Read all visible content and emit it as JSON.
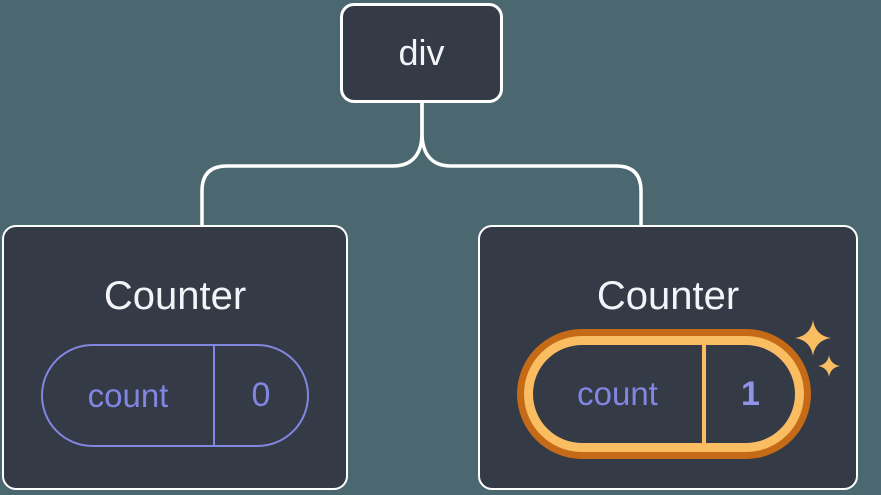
{
  "illustration": {
    "description": "Component tree diagram: a div root with two Counter children holding count state",
    "root_node": {
      "label": "div"
    },
    "children": [
      {
        "title": "Counter",
        "state_pill": {
          "key": "count",
          "value": "0"
        },
        "highlighted": false
      },
      {
        "title": "Counter",
        "state_pill": {
          "key": "count",
          "value": "1"
        },
        "highlighted": true
      }
    ]
  },
  "icons": {
    "sparkles": "sparkles-icon"
  },
  "colors": {
    "background": "#4b6770",
    "node_fill": "#343a46",
    "node_border": "#ffffff",
    "connector": "#ffffff",
    "text_primary": "#f2f4f7",
    "state_accent": "#8186e0",
    "state_value_highlight": "#8f94e8",
    "highlight_ring_outer": "#c56a16",
    "highlight_ring_inner": "#fabd62"
  }
}
